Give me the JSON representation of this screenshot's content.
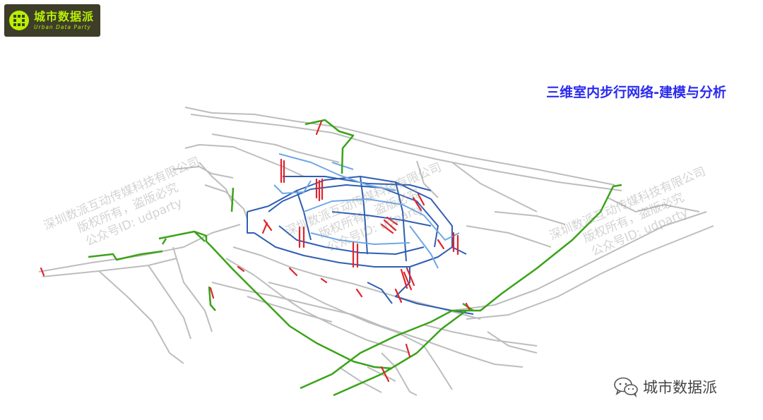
{
  "brand": {
    "name_cn": "城市数据派",
    "name_en": "Urban Data Party",
    "accent_color": "#b8f000",
    "bg_color": "#3d3d2a"
  },
  "title": "三维室内步行网络-建模与分析",
  "watermarks": [
    {
      "line1": "深圳数派互动传媒科技有限公司",
      "line2": "版权所有，盗版必究",
      "line3": "公众号ID: udparty"
    },
    {
      "line1": "深圳数派互动传媒科技有限公司",
      "line2": "版权所有，盗版必究",
      "line3": "公众号ID: udparty"
    },
    {
      "line1": "深圳数派互动传媒科技有限公司",
      "line2": "版权所有，盗版必究",
      "line3": "公众号ID: udparty"
    }
  ],
  "footer": {
    "icon": "wechat-icon",
    "text": "城市数据派"
  },
  "network_colors": {
    "ground": "#bdbdbd",
    "outdoor_path": "#3aa318",
    "indoor_level_1": "#2f5fb3",
    "indoor_level_2": "#6fa8e6",
    "vertical_links": "#e0242c"
  }
}
